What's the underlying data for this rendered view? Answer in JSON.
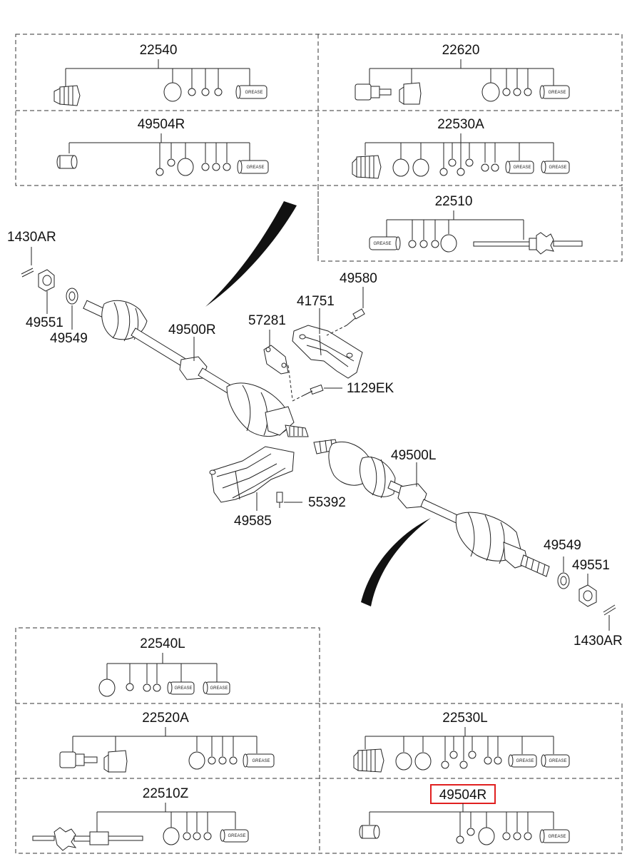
{
  "kits": {
    "k22540": "22540",
    "k22620": "22620",
    "k49504R_top": "49504R",
    "k22530A": "22530A",
    "k22510": "22510",
    "k22540L": "22540L",
    "k22520A": "22520A",
    "k22530L": "22530L",
    "k22510Z": "22510Z",
    "k49504R_bottom": "49504R"
  },
  "callouts": {
    "c1430AR_left": "1430AR",
    "c49551_left": "49551",
    "c49549_left": "49549",
    "c49500R": "49500R",
    "c57281": "57281",
    "c41751": "41751",
    "c49580": "49580",
    "c1129EK": "1129EK",
    "c49500L": "49500L",
    "c55392": "55392",
    "c49585": "49585",
    "c49549_right": "49549",
    "c49551_right": "49551",
    "c1430AR_right": "1430AR"
  },
  "grease_label": "GREASE",
  "highlight_color": "#e02020"
}
